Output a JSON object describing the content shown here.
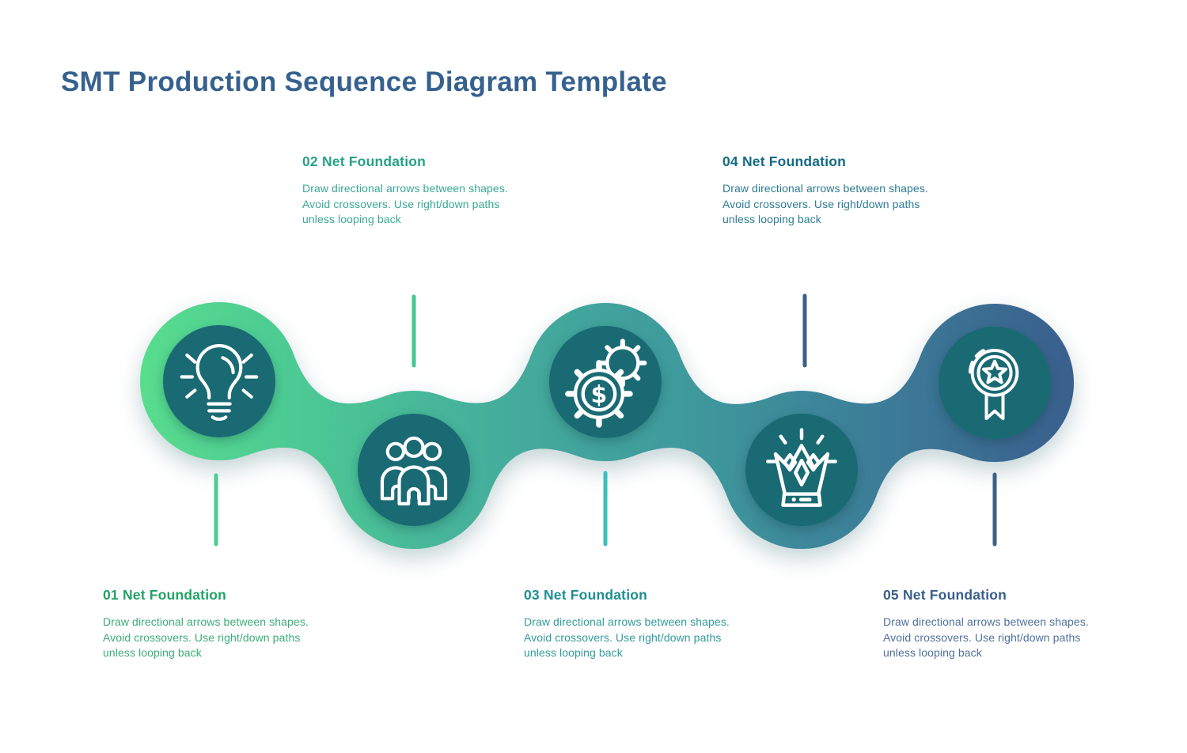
{
  "page": {
    "title": "SMT Production Sequence Diagram Template",
    "title_color": "#36618e",
    "background_color": "#ffffff"
  },
  "steps": [
    {
      "number": "01",
      "title": "Net Foundation",
      "description": "Draw directional arrows between shapes. Avoid crossovers. Use right/down paths unless looping back",
      "icon": "lightbulb-idea-icon",
      "label_position": "below",
      "heading_color": "#22a266",
      "body_color": "#3cab78",
      "node_color": "#4ecf8d",
      "tick_color": "#4ccd90"
    },
    {
      "number": "02",
      "title": "Net Foundation",
      "description": "Draw directional arrows between shapes. Avoid crossovers. Use right/down paths unless looping back",
      "icon": "team-people-icon",
      "label_position": "above",
      "heading_color": "#26a287",
      "body_color": "#3aa893",
      "node_color": "#4ab79b",
      "tick_color": "#45c795"
    },
    {
      "number": "03",
      "title": "Net Foundation",
      "description": "Draw directional arrows between shapes. Avoid crossovers. Use right/down paths unless looping back",
      "icon": "gears-dollar-icon",
      "label_position": "below",
      "heading_color": "#1e8e90",
      "body_color": "#319a9b",
      "node_color": "#3f9f9b",
      "tick_color": "#3abfbd"
    },
    {
      "number": "04",
      "title": "Net Foundation",
      "description": "Draw directional arrows between shapes. Avoid crossovers. Use right/down paths unless looping back",
      "icon": "crown-icon",
      "label_position": "above",
      "heading_color": "#136a85",
      "body_color": "#2e7c94",
      "node_color": "#3d8098",
      "tick_color": "#3b6286"
    },
    {
      "number": "05",
      "title": "Net Foundation",
      "description": "Draw directional arrows between shapes. Avoid crossovers. Use right/down paths unless looping back",
      "icon": "award-medal-icon",
      "label_position": "below",
      "heading_color": "#3a5e8a",
      "body_color": "#4f709b",
      "node_color": "#3e6892",
      "tick_color": "#3b6286"
    }
  ],
  "diagram": {
    "chain_gradient": [
      "#58dd8e",
      "#4cc994",
      "#45ae9c",
      "#3f9a9c",
      "#3c7d98",
      "#3a5f8d"
    ],
    "node_inner_color": "#1a6a74",
    "icon_color": "#ffffff",
    "dollar_glyph": "$"
  }
}
